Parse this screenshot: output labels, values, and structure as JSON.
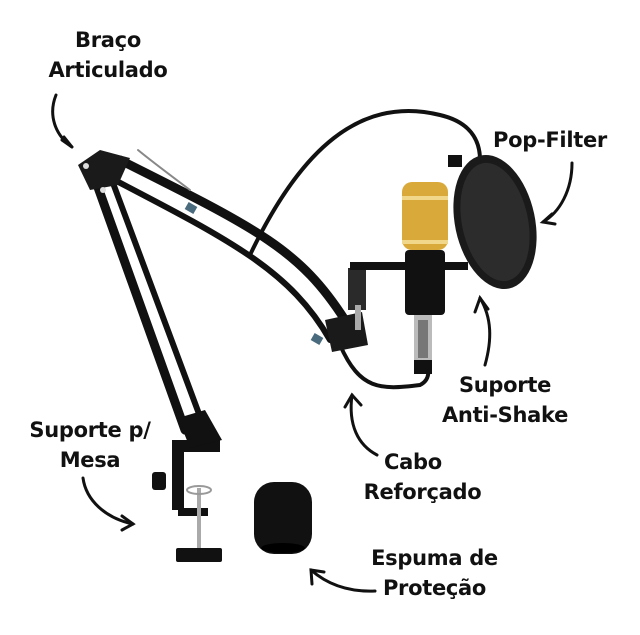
{
  "image": {
    "description": "Microphone kit with articulated arm and annotated parts",
    "background": "#ffffff",
    "accent_gold": "#d9a93a",
    "ink": "#111111"
  },
  "labels": {
    "arm": {
      "line1": "Braço",
      "line2": "Articulado"
    },
    "pop_filter": {
      "line1": "Pop-Filter"
    },
    "shock_mount": {
      "line1": "Suporte",
      "line2": "Anti-Shake"
    },
    "cable": {
      "line1": "Cabo",
      "line2": "Reforçado"
    },
    "desk_clamp": {
      "line1": "Suporte p/",
      "line2": "Mesa"
    },
    "foam": {
      "line1": "Espuma de",
      "line2": "Proteção"
    }
  }
}
